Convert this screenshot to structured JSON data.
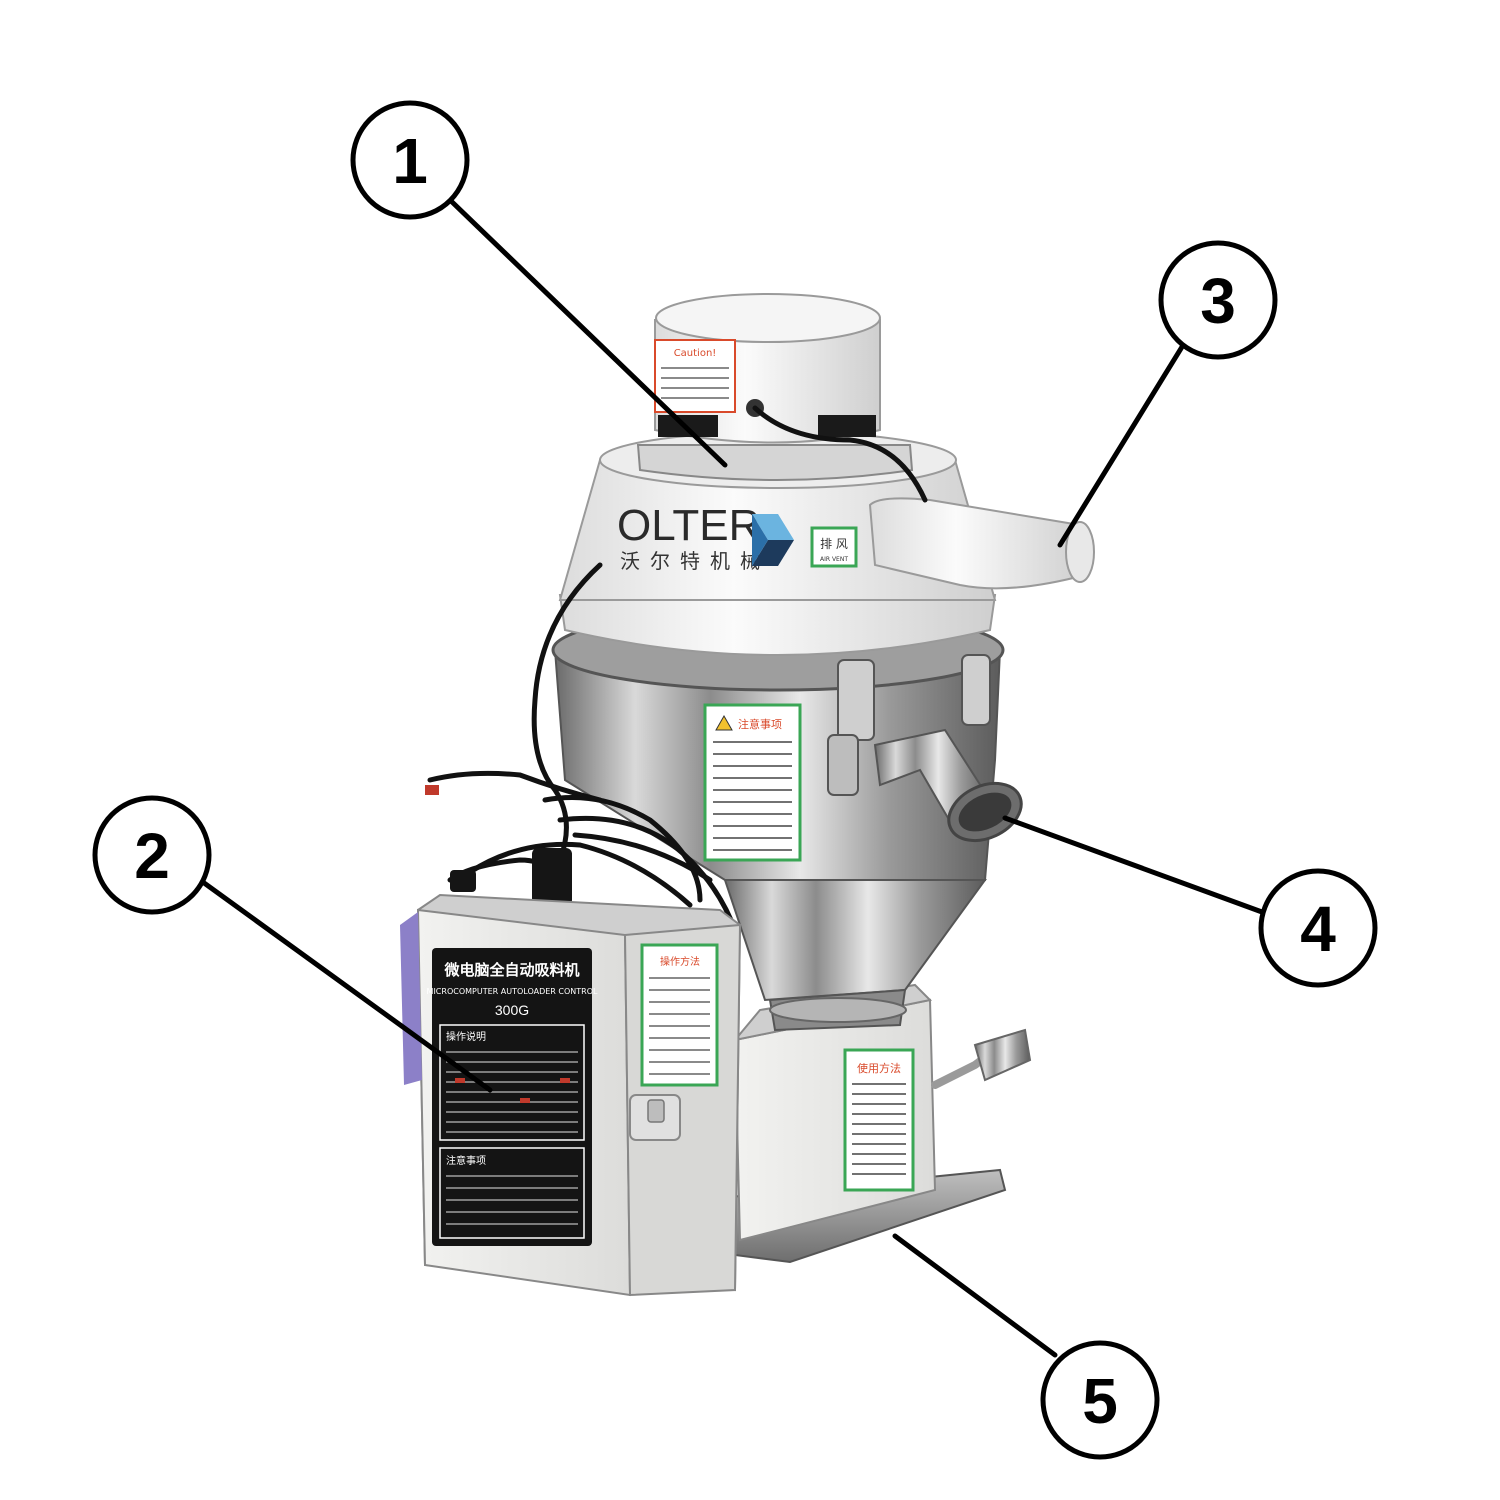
{
  "callouts": [
    {
      "number": "1"
    },
    {
      "number": "2"
    },
    {
      "number": "3"
    },
    {
      "number": "4"
    },
    {
      "number": "5"
    }
  ],
  "motor_cap": {
    "caution_label": "Caution!"
  },
  "hopper_lid": {
    "brand_text": "OLTER",
    "brand_cn": "沃尔特机械",
    "vent_label_cn": "排 风",
    "vent_label_en": "AIR VENT"
  },
  "hopper_body": {
    "notice_label": "注意事项"
  },
  "control_box": {
    "title_cn": "微电脑全自动吸料机",
    "title_en": "MICROCOMPUTER AUTOLOADER CONTROL",
    "model": "300G",
    "section1": "操作说明",
    "section2": "注意事项",
    "side_label": "操作方法"
  },
  "base": {
    "label": "使用方法"
  },
  "colors": {
    "outline": "#000000",
    "label_green": "#3aa655",
    "label_red": "#d94a2b",
    "brand_blue": "#2b6fa8",
    "brand_navy": "#1d3a5c"
  }
}
